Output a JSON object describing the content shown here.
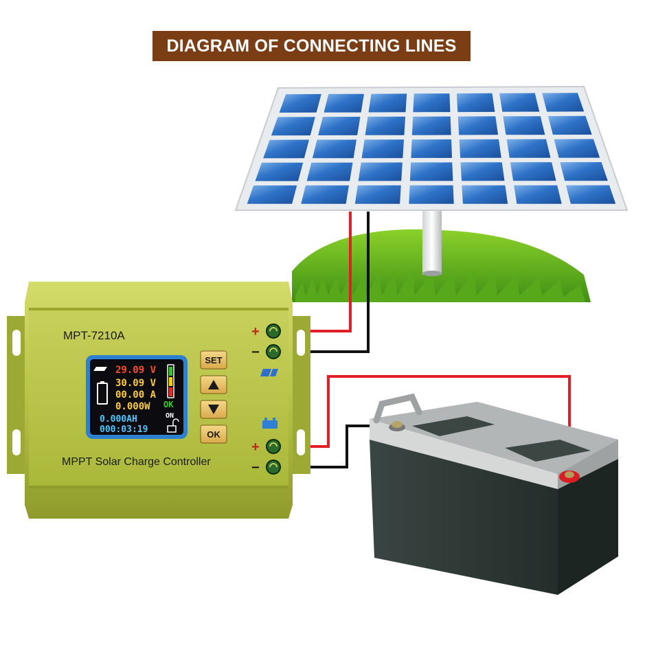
{
  "banner": {
    "title": "DIAGRAM OF CONNECTING LINES"
  },
  "controller": {
    "model": "MPT-7210A",
    "caption": "MPPT Solar Charge Controller",
    "display": {
      "pv_voltage": "29.09 V",
      "battery_voltage": "30.09 V",
      "current": "00.00 A",
      "power": "0.000W",
      "amp_hours": "0.000AH",
      "elapsed_time": "000:03:19",
      "status_ok": "OK",
      "status_on": "ON"
    },
    "buttons": {
      "set": "SET",
      "ok": "OK"
    },
    "terminals": {
      "plus": "+",
      "minus": "−"
    }
  },
  "colors": {
    "banner_bg": "#7a3d14",
    "wire_positive": "#e41e26",
    "wire_negative": "#111111",
    "controller_body": "#b7c34a",
    "battery_case": "#2f3a37",
    "battery_lid": "#b9bcbc"
  },
  "icons": [
    "solar-panel-icon",
    "battery-icon",
    "lock-open-icon",
    "arrow-up-icon",
    "arrow-down-icon"
  ]
}
